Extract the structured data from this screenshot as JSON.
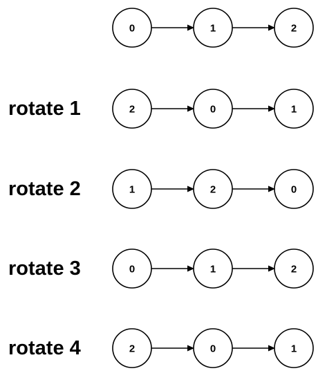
{
  "rows": [
    {
      "label": "",
      "nodes": [
        "0",
        "1",
        "2"
      ]
    },
    {
      "label": "rotate 1",
      "nodes": [
        "2",
        "0",
        "1"
      ]
    },
    {
      "label": "rotate 2",
      "nodes": [
        "1",
        "2",
        "0"
      ]
    },
    {
      "label": "rotate 3",
      "nodes": [
        "0",
        "1",
        "2"
      ]
    },
    {
      "label": "rotate 4",
      "nodes": [
        "2",
        "0",
        "1"
      ]
    }
  ]
}
